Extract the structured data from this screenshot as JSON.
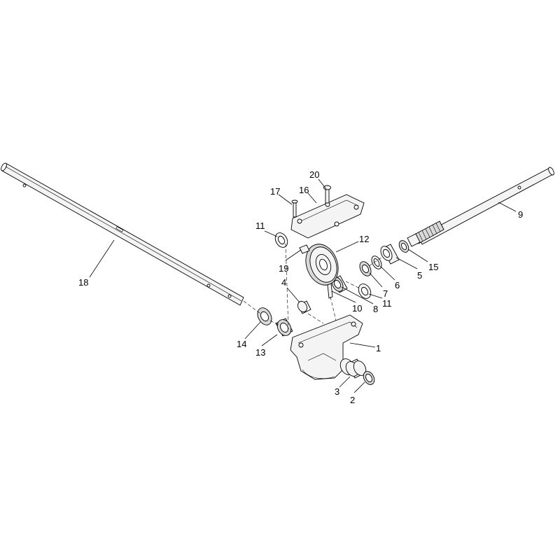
{
  "diagram": {
    "callouts": [
      "1",
      "2",
      "3",
      "4",
      "5",
      "6",
      "7",
      "8",
      "9",
      "10",
      "11",
      "11",
      "12",
      "13",
      "14",
      "15",
      "16",
      "17",
      "18",
      "19",
      "20"
    ]
  }
}
